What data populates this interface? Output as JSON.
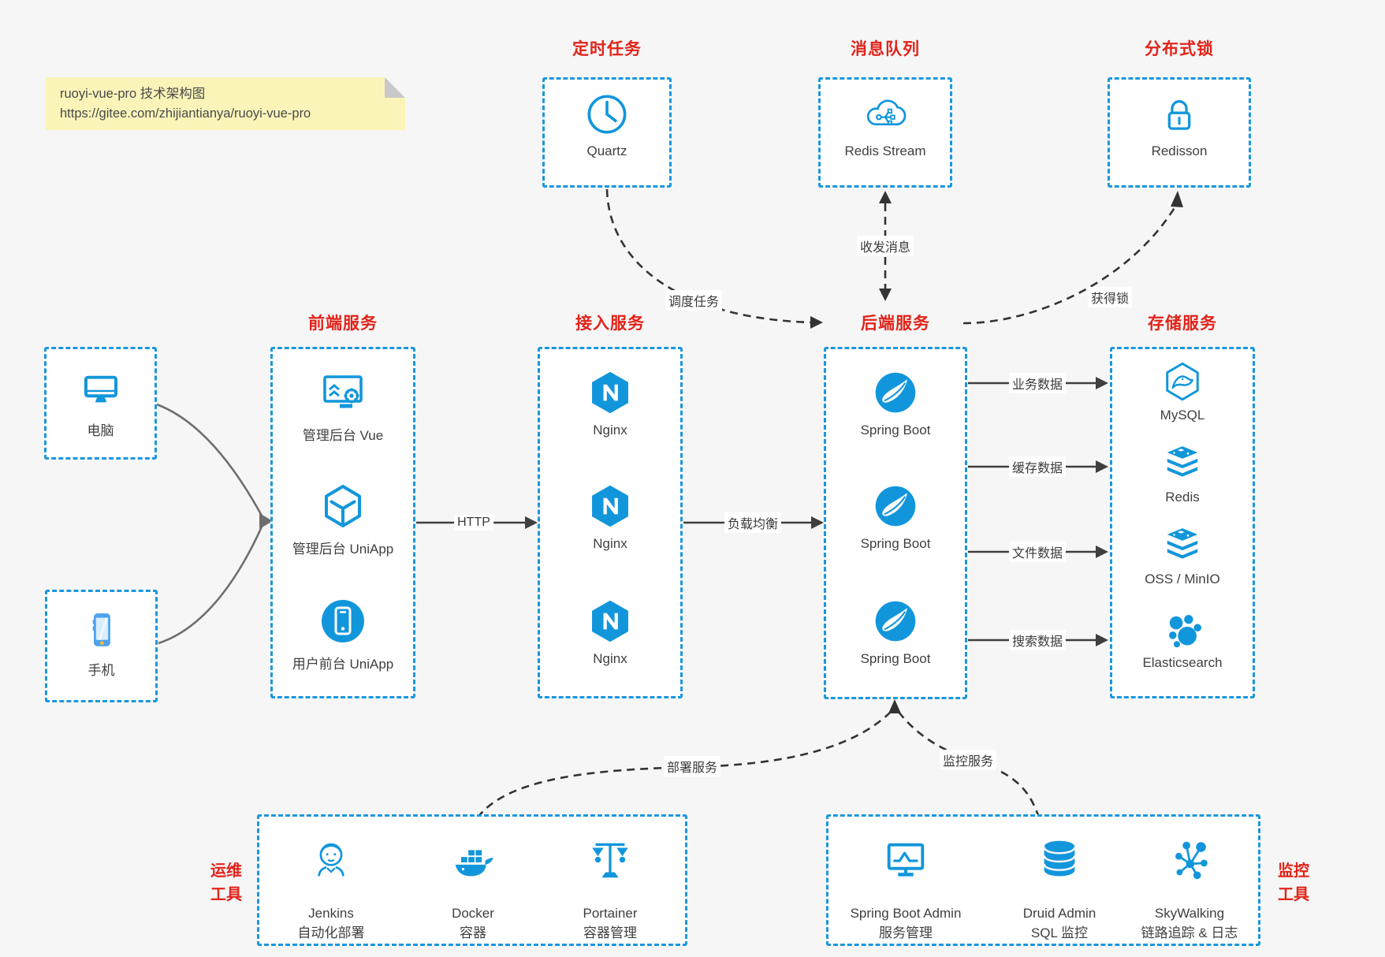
{
  "note": {
    "line1": "ruoyi-vue-pro 技术架构图",
    "line2": "https://gitee.com/zhijiantianya/ruoyi-vue-pro"
  },
  "colors": {
    "accent_blue": "#1296db",
    "title_red": "#e2231a",
    "note_yellow": "#fbf4b9"
  },
  "top": {
    "scheduler": {
      "title": "定时任务",
      "label": "Quartz",
      "icon": "clock-icon"
    },
    "mq": {
      "title": "消息队列",
      "label": "Redis Stream",
      "icon": "cloud-network-icon"
    },
    "lock": {
      "title": "分布式锁",
      "label": "Redisson",
      "icon": "lock-icon"
    }
  },
  "clients": {
    "pc": {
      "label": "电脑",
      "icon": "desktop-icon"
    },
    "mobile": {
      "label": "手机",
      "icon": "smartphone-icon"
    }
  },
  "columns": {
    "frontend": {
      "title": "前端服务",
      "items": [
        {
          "label": "管理后台 Vue",
          "icon": "admin-vue-icon"
        },
        {
          "label": "管理后台 UniApp",
          "icon": "uniapp-box-icon"
        },
        {
          "label": "用户前台 UniApp",
          "icon": "user-app-icon"
        }
      ]
    },
    "gateway": {
      "title": "接入服务",
      "items": [
        {
          "label": "Nginx",
          "icon": "nginx-icon"
        },
        {
          "label": "Nginx",
          "icon": "nginx-icon"
        },
        {
          "label": "Nginx",
          "icon": "nginx-icon"
        }
      ]
    },
    "backend": {
      "title": "后端服务",
      "items": [
        {
          "label": "Spring Boot",
          "icon": "spring-icon"
        },
        {
          "label": "Spring Boot",
          "icon": "spring-icon"
        },
        {
          "label": "Spring Boot",
          "icon": "spring-icon"
        }
      ]
    },
    "storage": {
      "title": "存储服务",
      "items": [
        {
          "label": "MySQL",
          "icon": "mysql-icon"
        },
        {
          "label": "Redis",
          "icon": "redis-stack-icon"
        },
        {
          "label": "OSS / MinIO",
          "icon": "redis-stack-icon"
        },
        {
          "label": "Elasticsearch",
          "icon": "elasticsearch-icon"
        }
      ]
    }
  },
  "bottom": {
    "ops": {
      "title_line1": "运维",
      "title_line2": "工具",
      "items": [
        {
          "name": "Jenkins",
          "desc": "自动化部署",
          "icon": "jenkins-icon"
        },
        {
          "name": "Docker",
          "desc": "容器",
          "icon": "docker-icon"
        },
        {
          "name": "Portainer",
          "desc": "容器管理",
          "icon": "portainer-icon"
        }
      ]
    },
    "monitor": {
      "title_line1": "监控",
      "title_line2": "工具",
      "items": [
        {
          "name": "Spring Boot Admin",
          "desc": "服务管理",
          "icon": "monitor-chart-icon"
        },
        {
          "name": "Druid Admin",
          "desc": "SQL 监控",
          "icon": "database-icon"
        },
        {
          "name": "SkyWalking",
          "desc": "链路追踪 & 日志",
          "icon": "nodes-icon"
        }
      ]
    }
  },
  "edges": {
    "http": "HTTP",
    "load_balance": "负载均衡",
    "schedule": "调度任务",
    "message": "收发消息",
    "acquire_lock": "获得锁",
    "business_data": "业务数据",
    "cache_data": "缓存数据",
    "file_data": "文件数据",
    "search_data": "搜索数据",
    "deploy": "部署服务",
    "monitor": "监控服务"
  }
}
